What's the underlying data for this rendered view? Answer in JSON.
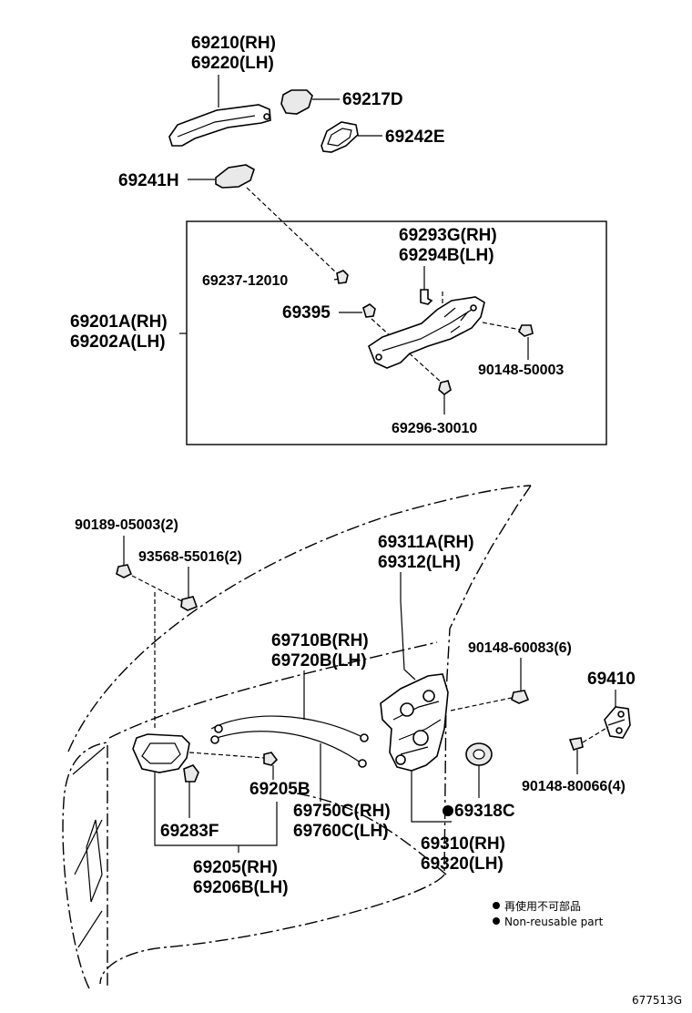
{
  "labels": {
    "handle_rh": "69210(RH)",
    "handle_lh": "69220(LH)",
    "cap": "69217D",
    "pad": "69242E",
    "cover": "69241H",
    "sub_rh": "69293G(RH)",
    "sub_lh": "69294B(LH)",
    "nut": "69237-12010",
    "grommet": "69395",
    "frame_rh": "69201A(RH)",
    "frame_lh": "69202A(LH)",
    "screw_a": "90148-50003",
    "screw_b": "69296-30010",
    "screw_c": "90189-05003(2)",
    "bolt_c": "93568-55016(2)",
    "rod_rh": "69311A(RH)",
    "rod_lh": "69312(LH)",
    "cable_rh": "69710B(RH)",
    "cable_lh": "69720B(LH)",
    "screw_d": "90148-60083(6)",
    "striker": "69410",
    "bumper": "69205B",
    "cable2_rh": "69750C(RH)",
    "cable2_lh": "69760C(LH)",
    "seal": "69318C",
    "lock_rh": "69310(RH)",
    "lock_lh": "69320(LH)",
    "screw_e": "90148-80066(4)",
    "inner_cap": "69283F",
    "inner_rh": "69205(RH)",
    "inner_lh": "69206B(LH)"
  },
  "legend": {
    "line1": "再使用不可部品",
    "line2": "Non-reusable part"
  },
  "figure_id": "677513G"
}
